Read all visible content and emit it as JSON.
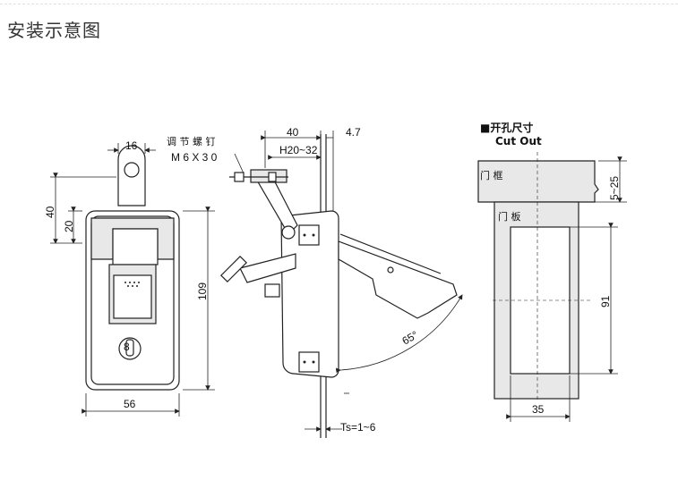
{
  "title": "安装示意图",
  "front_view": {
    "dim_top_width": "16",
    "dim_height_upper": "40",
    "dim_height_handle": "20",
    "dim_total_height": "109",
    "dim_width": "56"
  },
  "side_view": {
    "screw_label_cn": "调 节 螺 钉",
    "screw_label_spec": "M 6 X 3 0",
    "dim_depth": "40",
    "dim_thickness": "4.7",
    "dim_h_range": "H20~32",
    "angle": "65°",
    "dim_ts": "Ts=1~6"
  },
  "cutout_view": {
    "heading_cn": "■开孔尺寸",
    "heading_en": "Cut Out",
    "frame_label": "门 框",
    "panel_label": "门 板",
    "dim_offset": "5~25",
    "dim_height": "91",
    "dim_width": "35"
  }
}
